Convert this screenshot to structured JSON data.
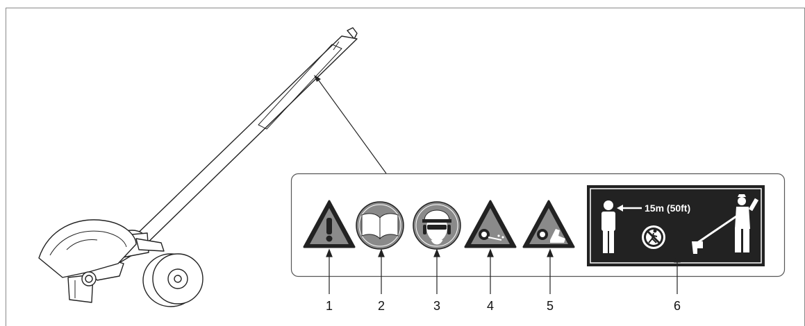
{
  "callouts": [
    {
      "number": "1",
      "symbol": "warning-triangle"
    },
    {
      "number": "2",
      "symbol": "read-manual"
    },
    {
      "number": "3",
      "symbol": "eye-ear-head-protection"
    },
    {
      "number": "4",
      "symbol": "thrown-objects-hazard"
    },
    {
      "number": "5",
      "symbol": "foot-blade-hazard"
    },
    {
      "number": "6",
      "symbol": "keep-distance-sign"
    }
  ],
  "distance_sign": {
    "text": "15m (50ft)"
  },
  "colors": {
    "line": "#222222",
    "sign_fill": "#333333",
    "sign_gray": "#8a8a8a",
    "background": "#ffffff"
  }
}
